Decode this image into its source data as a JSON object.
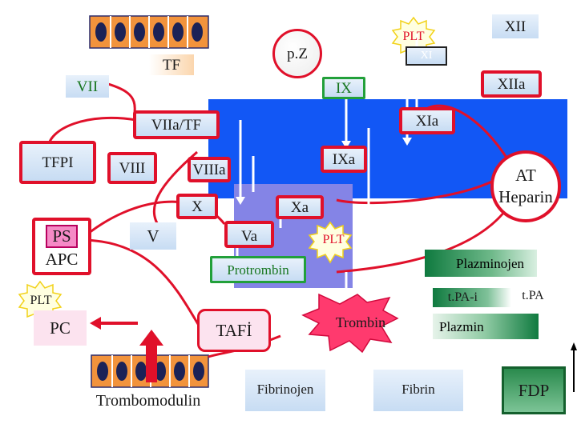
{
  "nodes": {
    "tf": "TF",
    "pz": "p.Z",
    "plt_top": "PLT",
    "xi": "XI",
    "xii": "XII",
    "vii": "VII",
    "ix": "IX",
    "xiia": "XIIa",
    "viia_tf": "VIIa/TF",
    "xia": "XIa",
    "tfpi": "TFPI",
    "viii": "VIII",
    "viiia": "VIIIa",
    "ixa": "IXa",
    "at_heparin_1": "AT",
    "at_heparin_2": "Heparin",
    "x": "X",
    "xa": "Xa",
    "ps": "PS",
    "apc": "APC",
    "v": "V",
    "va": "Va",
    "plt_mid": "PLT",
    "protrombin": "Protrombin",
    "plazminojen": "Plazminojen",
    "plt_left": "PLT",
    "tpa_i": "t.PA-i",
    "tpa": "t.PA",
    "pc": "PC",
    "tafi": "TAFİ",
    "trombin": "Trombin",
    "plazmin": "Plazmin",
    "trombomodulin": "Trombomodulin",
    "fibrinojen": "Fibrinojen",
    "fibrin": "Fibrin",
    "fdp": "FDP"
  },
  "colors": {
    "blue_block": "#1257f5",
    "purple_block": "#8484e6",
    "red": "#e0102a",
    "green": "#22a03a",
    "cell_fill": "#f2933c",
    "cell_nucleus": "#1b2257",
    "starburst": "#f7e23a"
  }
}
